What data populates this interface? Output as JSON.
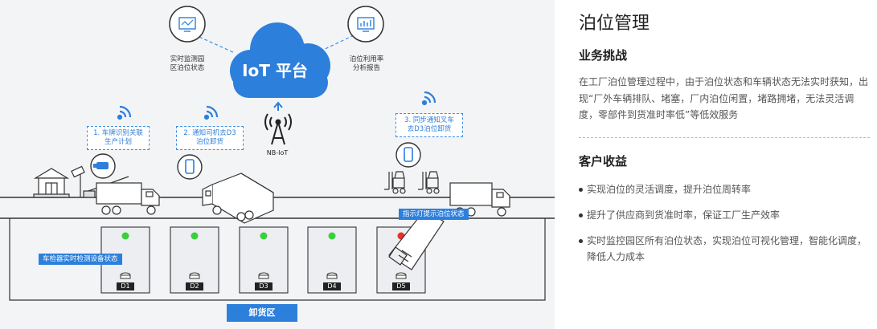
{
  "diagram": {
    "cloud_title": "IoT 平台",
    "left_node_label": "实时监测园\n区泊位状态",
    "right_node_label": "泊位利用率\n分析报告",
    "nbiot_label": "NB-IoT",
    "callouts": [
      "1. 车牌识别关联\n生产计划",
      "2. 通知司机去D3\n泊位卸货",
      "3. 同步通知叉车\n去D3泊位卸货"
    ],
    "indicator_label": "指示灯提示泊位状态",
    "detector_label": "车检器实时检测设备状态",
    "slots": [
      {
        "label": "D1",
        "status": "free",
        "color": "#3ccf3c"
      },
      {
        "label": "D2",
        "status": "free",
        "color": "#3ccf3c"
      },
      {
        "label": "D3",
        "status": "free",
        "color": "#3ccf3c"
      },
      {
        "label": "D4",
        "status": "free",
        "color": "#3ccf3c"
      },
      {
        "label": "D5",
        "status": "occupied",
        "color": "#e8302c"
      }
    ],
    "unload_zone": "卸货区",
    "accent": "#2d7fdc"
  },
  "panel": {
    "title": "泊位管理",
    "challenge_heading": "业务挑战",
    "challenge_text": "在工厂泊位管理过程中，由于泊位状态和车辆状态无法实时获知，出现“厂外车辆排队、堵塞，厂内泊位闲置，堵路拥堵，无法灵活调度，零部件到货准时率低”等低效服务",
    "benefit_heading": "客户收益",
    "benefits": [
      "实现泊位的灵活调度，提升泊位周转率",
      "提升了供应商到货准时率，保证工厂生产效率",
      "实时监控园区所有泊位状态，实现泊位可视化管理，智能化调度，降低人力成本"
    ]
  }
}
